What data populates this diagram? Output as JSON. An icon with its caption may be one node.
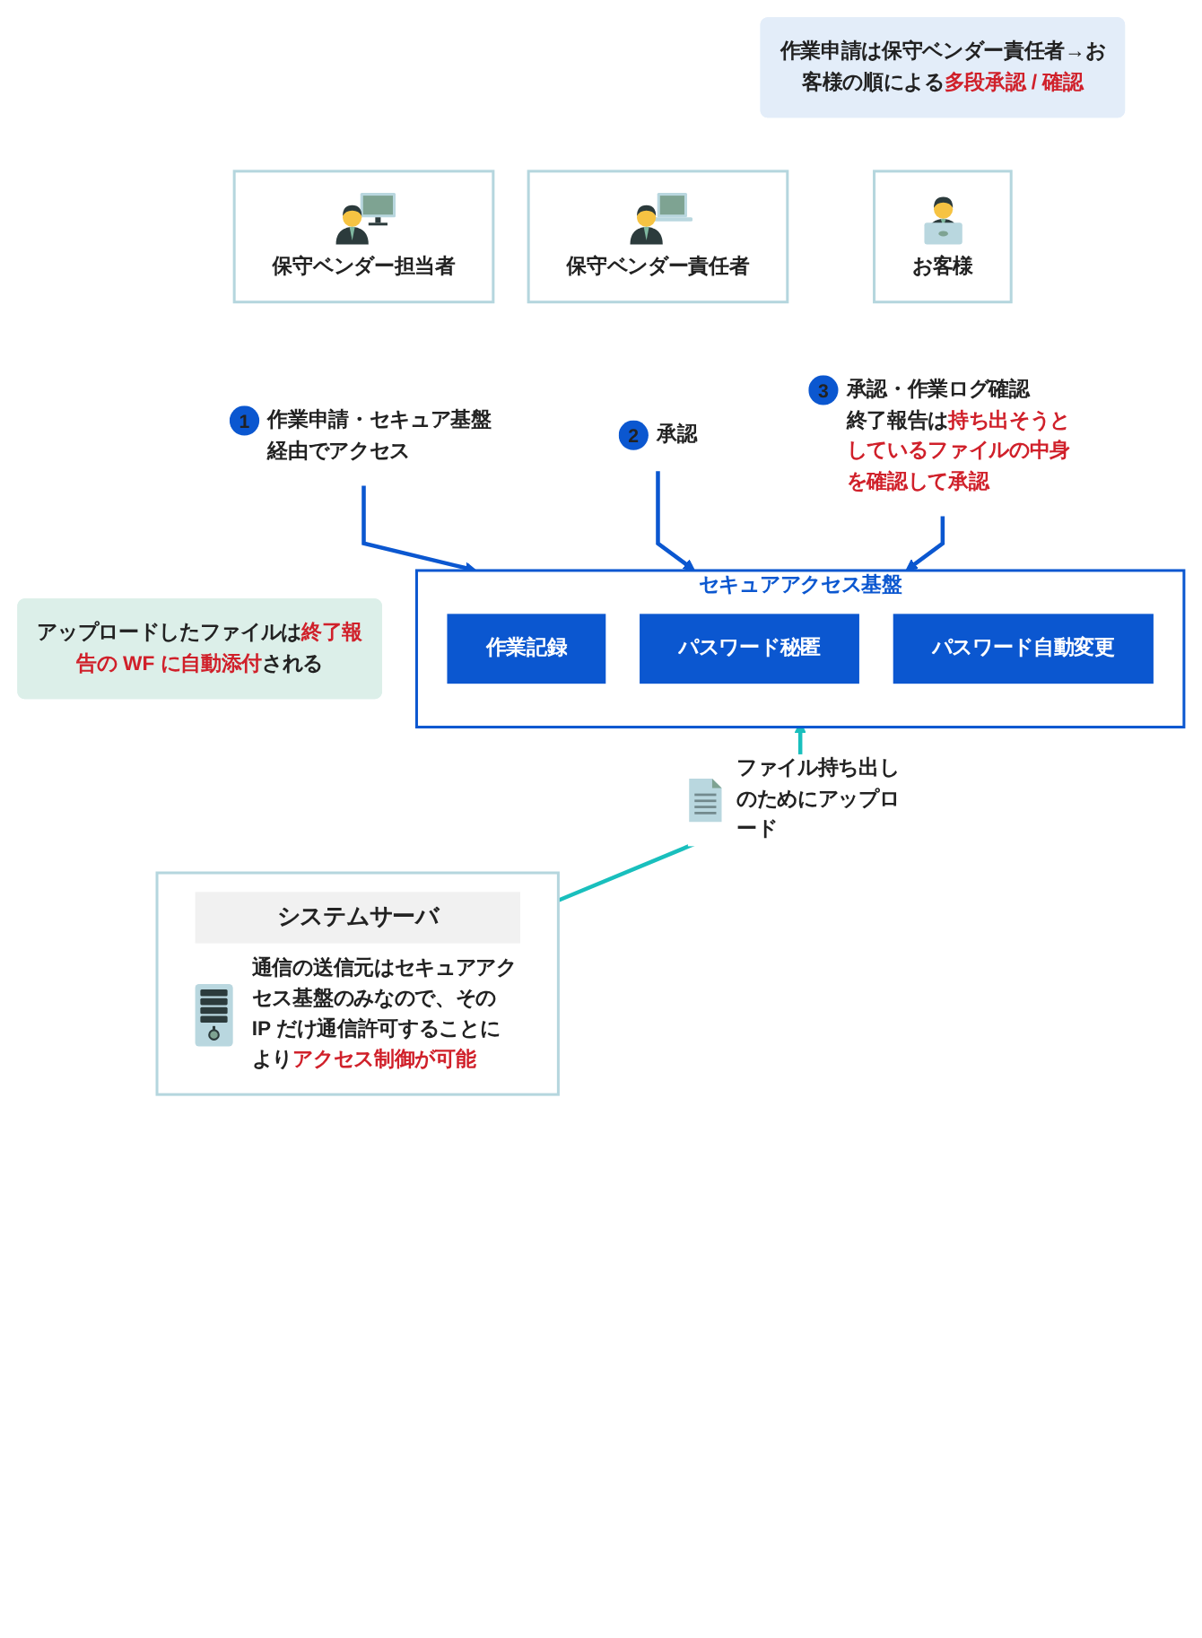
{
  "diagram": {
    "nodes": [
      {
        "text": [
          "作業申請は保守ベンダー責任者→お客様の順による**多段承認 / 確認**"
        ]
      },
      {
        "text": [
          "保守ベンダー担当者"
        ]
      },
      {
        "text": [
          "保守ベンダー責任者"
        ]
      },
      {
        "text": [
          "お客様"
        ]
      },
      {
        "text": [
          "1",
          "作業申請・セキュア基盤経由でアクセス"
        ]
      },
      {
        "text": [
          "2",
          "承認"
        ]
      },
      {
        "text": [
          "3",
          "承認・作業ログ確認",
          "終了報告は**持ち出そうとしているファイルの中身を確認して承認**"
        ]
      },
      {
        "text": [
          "セキュアアクセス基盤"
        ]
      },
      {
        "text": [
          "作業記録"
        ],
        "in": 7
      },
      {
        "text": [
          "パスワード秘匿"
        ],
        "in": 7
      },
      {
        "text": [
          "パスワード自動変更"
        ],
        "in": 7
      },
      {
        "text": [
          "アップロードしたファイルは**終了報告の WF に自動添付**される"
        ]
      },
      {
        "text": [
          "システムサーバ",
          "通信の送信元はセキュアアクセス基盤のみなので、その IP だけ通信許可することにより**アクセス制御が可能**"
        ]
      }
    ],
    "edges": [
      {
        "from": 4,
        "to": 7,
        "arrow": "to"
      },
      {
        "from": 5,
        "to": 7,
        "arrow": "to"
      },
      {
        "from": 6,
        "to": 7,
        "arrow": "to"
      },
      {
        "from": 12,
        "to": 7,
        "arrow": "to",
        "label": "ファイル持ち出しのためにアップロード",
        "color": "#19bfbd"
      }
    ]
  }
}
